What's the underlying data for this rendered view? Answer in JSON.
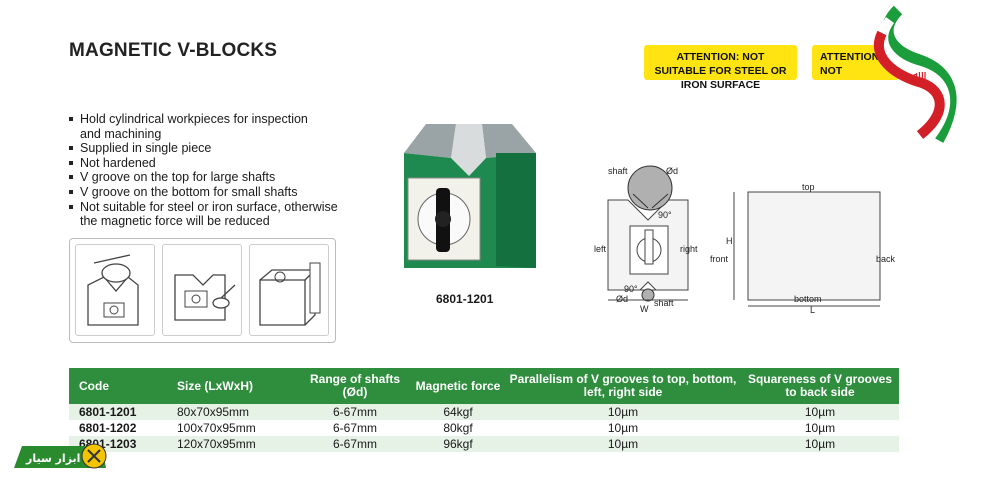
{
  "title": "MAGNETIC V-BLOCKS",
  "warnings": [
    "ATTENTION: NOT SUITABLE FOR STEEL OR IRON SURFACE",
    "ATTENTION: NOT HARDENED"
  ],
  "features": [
    "Hold cylindrical workpieces for inspection and machining",
    "Supplied in single piece",
    "Not hardened",
    "V groove on the top for large shafts",
    "V groove on the bottom for small shafts",
    "Not suitable for steel or iron surface, otherwise the magnetic force will be reduced"
  ],
  "model_label": "6801-1201",
  "diagram_labels": {
    "shaft_top": "shaft",
    "phi_d_top": "Ød",
    "angle_top": "90°",
    "left": "left",
    "right": "right",
    "angle_bottom": "90°",
    "phi_d_bottom": "Ød",
    "shaft_bottom": "shaft",
    "w": "W",
    "top": "top",
    "h": "H",
    "front": "front",
    "back": "back",
    "bottom": "bottom",
    "l": "L"
  },
  "table": {
    "headers": [
      "Code",
      "Size (LxWxH)",
      "Range of shafts (Ød)",
      "Magnetic force",
      "Parallelism of V grooves to top, bottom, left, right side",
      "Squareness of V grooves to back side"
    ],
    "rows": [
      [
        "6801-1201",
        "80x70x95mm",
        "6-67mm",
        "64kgf",
        "10µm",
        "10µm"
      ],
      [
        "6801-1202",
        "100x70x95mm",
        "6-67mm",
        "80kgf",
        "10µm",
        "10µm"
      ],
      [
        "6801-1203",
        "120x70x95mm",
        "6-67mm",
        "96kgf",
        "10µm",
        "10µm"
      ]
    ]
  },
  "logo_text": "ابزار سیار",
  "colors": {
    "header_green": "#2f8e3e",
    "warning_yellow": "#ffe411",
    "block_green": "#1f8a50"
  }
}
